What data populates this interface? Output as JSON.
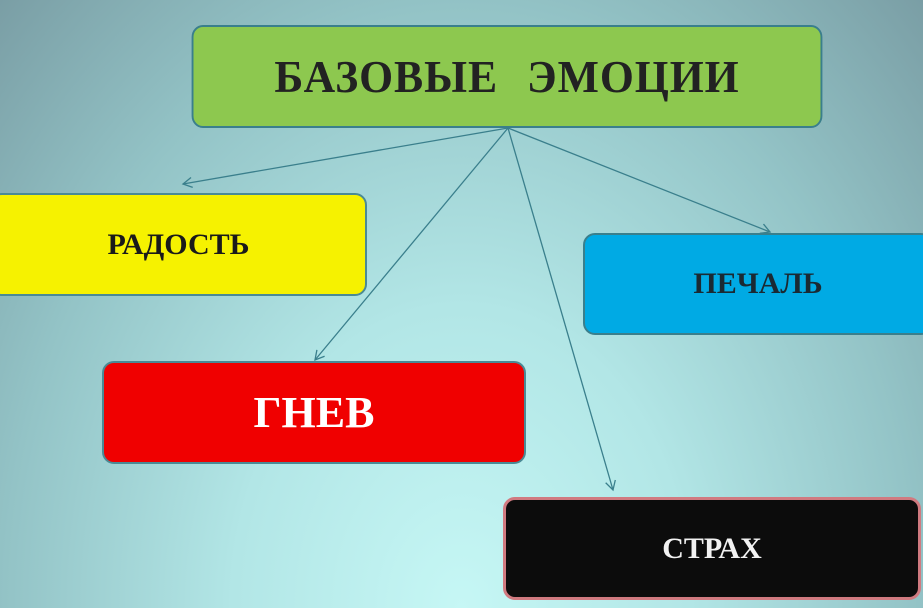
{
  "title": "БАЗОВЫЕ ЭМОЦИИ",
  "nodes": {
    "joy": "РАДОСТЬ",
    "sadness": "ПЕЧАЛЬ",
    "anger": "ГНЕВ",
    "fear": "СТРАХ"
  },
  "colors": {
    "title_box": "#8dc84f",
    "joy": "#f6f200",
    "sadness": "#00aae4",
    "anger": "#f00000",
    "fear": "#0c0c0c",
    "arrow": "#3a7f8c"
  }
}
